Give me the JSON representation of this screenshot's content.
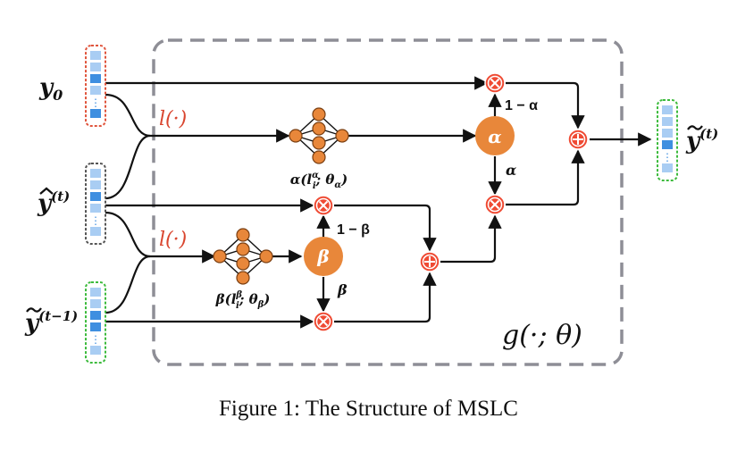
{
  "colors": {
    "vec_red": "#e0553d",
    "vec_gray": "#555555",
    "vec_green": "#3dbb3d",
    "cell_light": "#a9cdf3",
    "cell_dark": "#3f8fe0",
    "node_orange": "#e8873a",
    "op_red": "#ef4a33",
    "loss_red": "#d9452e",
    "box_gray": "#8e8e96",
    "line": "#111111"
  },
  "icons": {
    "multiply": "circled-times-icon",
    "add": "circled-plus-icon",
    "network": "neural-network-icon"
  },
  "inputs": {
    "y0": {
      "base": "y",
      "sub": "0"
    },
    "yt": {
      "base": "y",
      "sup": "(t)"
    },
    "yt1": {
      "base": "y",
      "sup": "(t−1)"
    }
  },
  "output": {
    "base": "y",
    "sup": "(t)"
  },
  "loss_label": "l(·)",
  "alpha": {
    "symbol": "α",
    "one_minus": "1 − α",
    "gate": "α",
    "net_prefix": "α(",
    "net_l": "l",
    "net_i": "i",
    "net_sup": "α",
    "net_mid": "; θ",
    "net_theta_sub": "α",
    "net_suffix": ")"
  },
  "beta": {
    "symbol": "β",
    "one_minus": "1 − β",
    "gate": "β",
    "net_prefix": "β(",
    "net_l": "l",
    "net_i": "i",
    "net_sup": "β",
    "net_mid": "; θ",
    "net_theta_sub": "β",
    "net_suffix": ")"
  },
  "module_label": "g(·; θ)",
  "caption": "Figure 1: The Structure of MSLC"
}
